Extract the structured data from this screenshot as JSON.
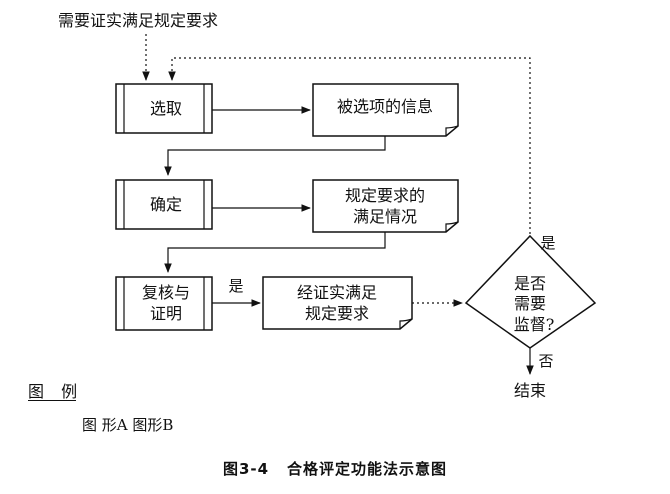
{
  "diagram": {
    "input_label": "需要证实满足规定要求",
    "processes": {
      "select": "选取",
      "determine": "确定",
      "review_line1": "复核与",
      "review_line2": "证明"
    },
    "documents": {
      "selected_info": "被选项的信息",
      "fulfillment_line1": "规定要求的",
      "fulfillment_line2": "满足情况",
      "verified_line1": "经证实满足",
      "verified_line2": "规定要求"
    },
    "decision": {
      "line1": "是否",
      "line2": "需要",
      "line3": "监督?"
    },
    "edge_labels": {
      "review_yes": "是",
      "decision_yes": "是",
      "decision_no": "否"
    },
    "end_label": "结束"
  },
  "legend": {
    "title": "图 例",
    "items": "图 形A 图形B"
  },
  "caption": {
    "number": "图3-4",
    "title": "合格评定功能法示意图"
  }
}
